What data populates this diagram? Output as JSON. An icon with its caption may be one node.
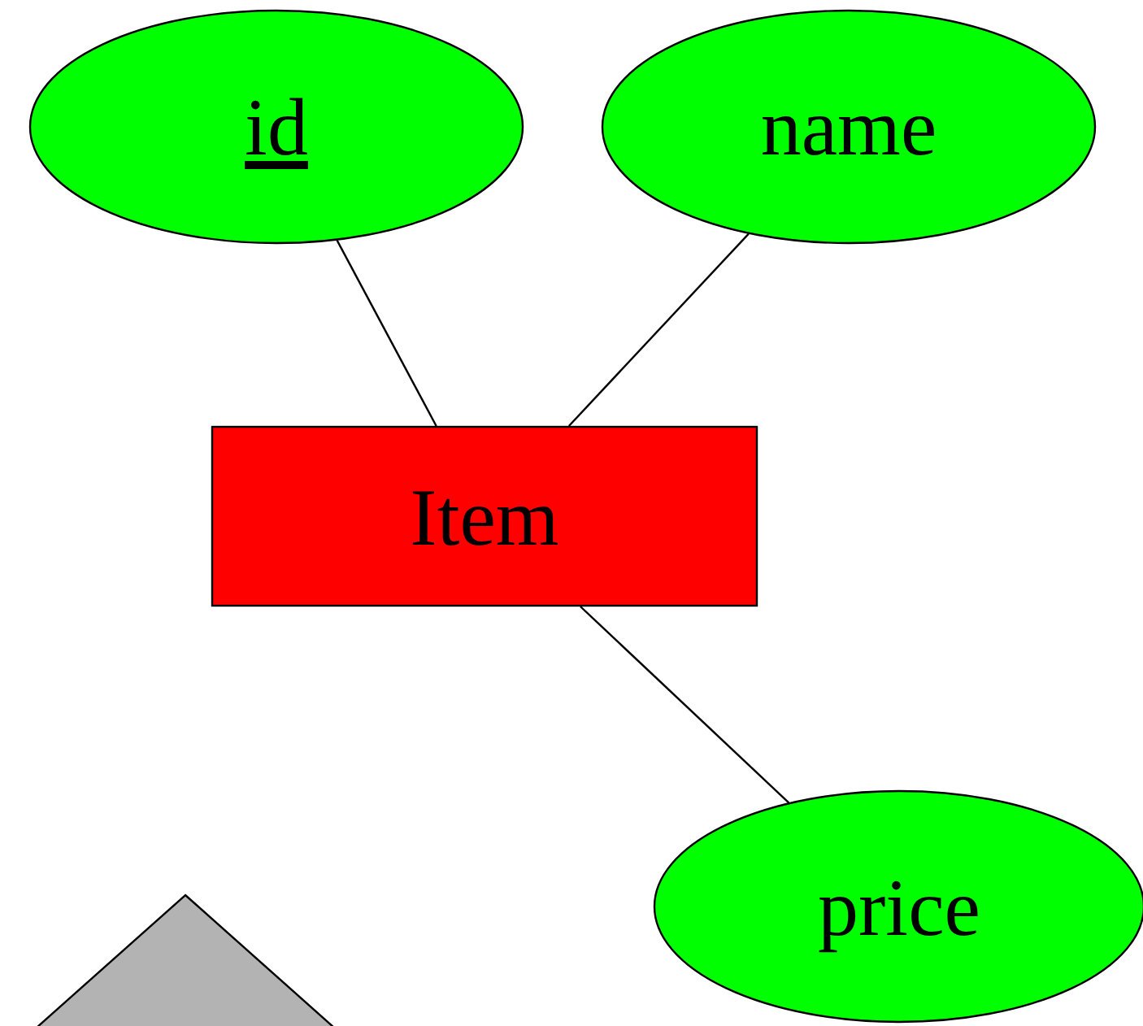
{
  "diagram": {
    "nodes": [
      {
        "text": [
          "id"
        ]
      },
      {
        "text": [
          "name"
        ]
      },
      {
        "text": [
          "Item"
        ]
      },
      {
        "text": [
          "price"
        ]
      },
      {
        "text": [],
        "shape": "diamond"
      }
    ],
    "edges": [
      {
        "from": 0,
        "to": 2,
        "arrow": "none"
      },
      {
        "from": 1,
        "to": 2,
        "arrow": "none"
      },
      {
        "from": 2,
        "to": 3,
        "arrow": "none"
      }
    ]
  }
}
